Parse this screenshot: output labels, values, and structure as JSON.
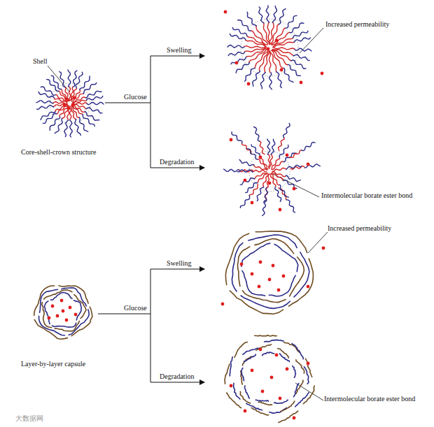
{
  "diagram": {
    "labels": [
      "Shell",
      "Glucose",
      "Swelling",
      "Degradation",
      "Core-shell-crown structure",
      "Increased permeability",
      "Intermolecular borate ester bond",
      "Layer-by-layer capsule",
      "Glucose",
      "Swelling",
      "Degradation",
      "Increased permeability",
      "Intermolecular borate ester bond",
      "大数据网"
    ]
  }
}
